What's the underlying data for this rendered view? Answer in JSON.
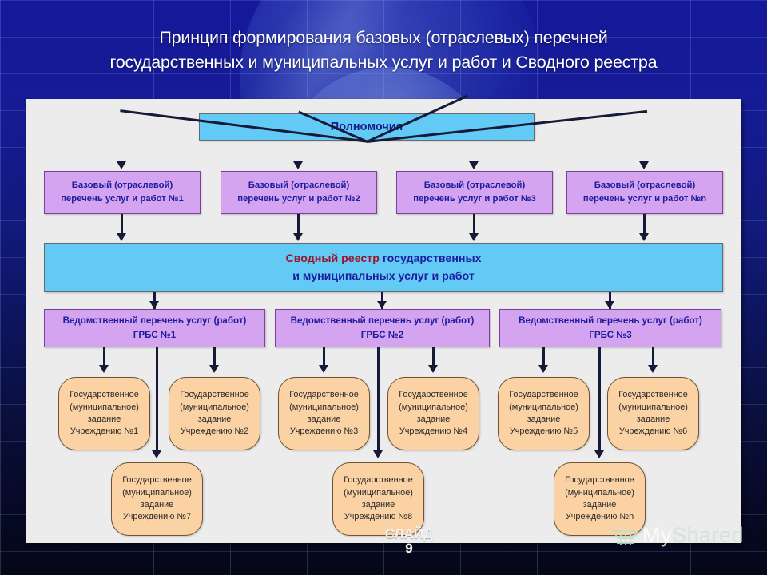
{
  "slide": {
    "title": "Принцип формирования базовых (отраслевых) перечней\nгосударственных и муниципальных услуг и работ и Сводного реестра",
    "watermark_slide": "СЛАЙД\n9",
    "watermark_brand_my": "My",
    "watermark_brand_shared": "Shared"
  },
  "colors": {
    "background_top": "#15189a",
    "background_bottom": "#050718",
    "panel": "#ececed",
    "blue_box": "#62caf5",
    "purple_box": "#d4a4f0",
    "orange_box": "#fbd2a4",
    "connector": "#151a38",
    "text_blue": "#1c1c9e",
    "text_red": "#9c1530"
  },
  "diagram": {
    "root": {
      "label": "Полномочия"
    },
    "base_lists": [
      {
        "line1": "Базовый (отраслевой)",
        "line2": "перечень услуг и работ №1"
      },
      {
        "line1": "Базовый (отраслевой)",
        "line2": "перечень услуг и работ №2"
      },
      {
        "line1": "Базовый (отраслевой)",
        "line2": "перечень услуг и работ №3"
      },
      {
        "line1": "Базовый (отраслевой)",
        "line2": "перечень услуг и работ №n"
      }
    ],
    "registry": {
      "highlight": "Сводный реестр",
      "rest_line1": " государственных",
      "line2": "и муниципальных услуг и работ"
    },
    "departmental_lists": [
      {
        "line1": "Ведомственный перечень услуг (работ)",
        "line2": "ГРБС №1"
      },
      {
        "line1": "Ведомственный перечень услуг (работ)",
        "line2": "ГРБС №2"
      },
      {
        "line1": "Ведомственный перечень услуг (работ)",
        "line2": "ГРБС №3"
      }
    ],
    "assignments_row1": [
      {
        "line1": "Государственное",
        "line2": "(муниципальное)",
        "line3": "задание",
        "line4": "Учреждению №1"
      },
      {
        "line1": "Государственное",
        "line2": "(муниципальное)",
        "line3": "задание",
        "line4": "Учреждению №2"
      },
      {
        "line1": "Государственное",
        "line2": "(муниципальное)",
        "line3": "задание",
        "line4": "Учреждению №3"
      },
      {
        "line1": "Государственное",
        "line2": "(муниципальное)",
        "line3": "задание",
        "line4": "Учреждению №4"
      },
      {
        "line1": "Государственное",
        "line2": "(муниципальное)",
        "line3": "задание",
        "line4": "Учреждению №5"
      },
      {
        "line1": "Государственное",
        "line2": "(муниципальное)",
        "line3": "задание",
        "line4": "Учреждению №6"
      }
    ],
    "assignments_row2": [
      {
        "line1": "Государственное",
        "line2": "(муниципальное)",
        "line3": "задание",
        "line4": "Учреждению №7"
      },
      {
        "line1": "Государственное",
        "line2": "(муниципальное)",
        "line3": "задание",
        "line4": "Учреждению №8"
      },
      {
        "line1": "Государственное",
        "line2": "(муниципальное)",
        "line3": "задание",
        "line4": "Учреждению №n"
      }
    ]
  }
}
